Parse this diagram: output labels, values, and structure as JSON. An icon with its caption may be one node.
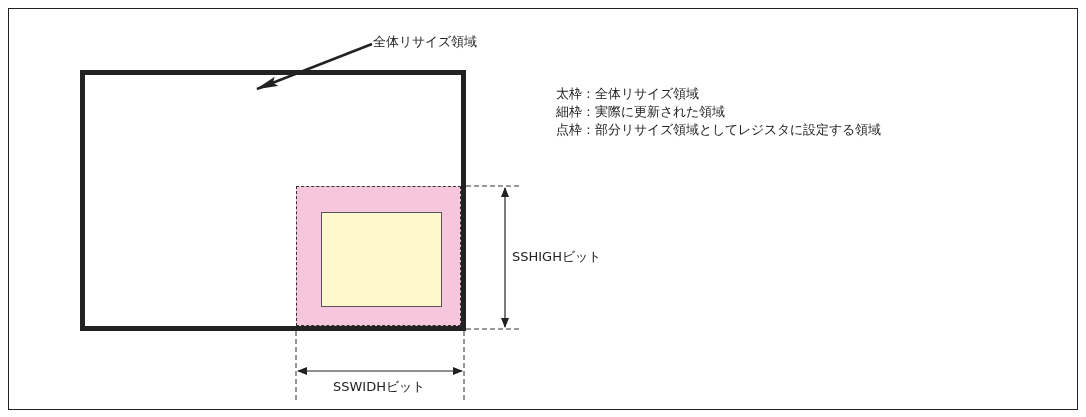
{
  "diagram": {
    "nodes": [
      {
        "text": [
          "全体リサイズ領域"
        ]
      },
      {
        "text": [],
        "shape": "box"
      },
      {
        "text": [],
        "shape": "box",
        "in": 1
      },
      {
        "text": [],
        "shape": "box",
        "in": 2
      }
    ],
    "edges": [
      {
        "from": 0,
        "to": 1,
        "arrow": "to"
      }
    ],
    "labels": [
      "太枠 : 全体リサイズ領域",
      "細枠 : 実際に更新された領域",
      "点枠 : 部分リサイズ領域としてレジスタに設定する領域",
      "SSHIGHビット",
      "SSWIDHビット"
    ]
  }
}
